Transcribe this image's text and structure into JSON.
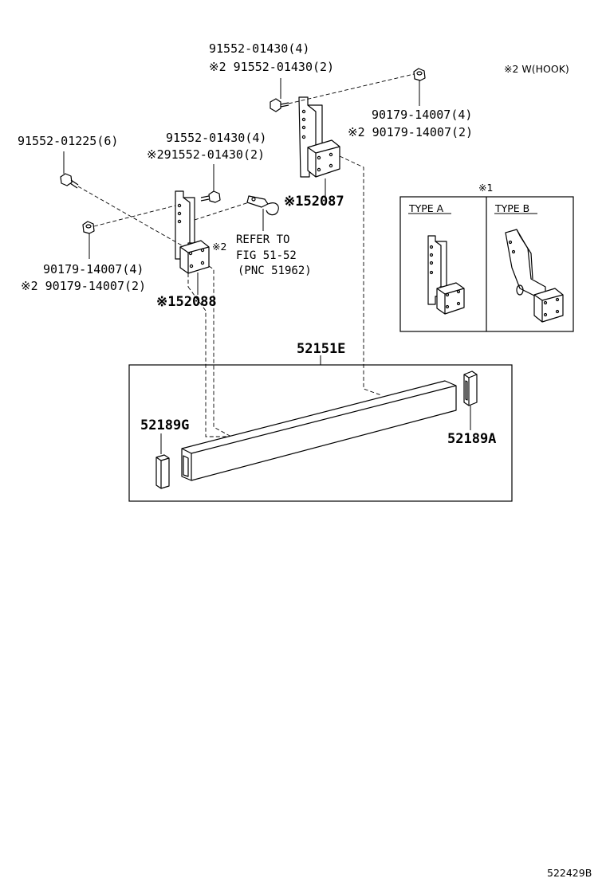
{
  "labels": {
    "bolt_top_1": "91552-01430(4)",
    "bolt_top_2": "※2 91552-01430(2)",
    "hook_note": "※2 W(HOOK)",
    "nut_top_1": "90179-14007(4)",
    "nut_top_2": "※2 90179-14007(2)",
    "bolt_left": "91552-01225(6)",
    "bolt_mid_1": "91552-01430(4)",
    "bolt_mid_2": "※291552-01430(2)",
    "bracket_right": "※152087",
    "refer_prefix": "※2",
    "refer_line1": "REFER TO",
    "refer_line2": "FIG 51-52",
    "refer_line3": "(PNC 51962)",
    "nut_left_1": "90179-14007(4)",
    "nut_left_2": "※2 90179-14007(2)",
    "bracket_left": "※152088",
    "inset_title": "※1",
    "type_a": "TYPE A",
    "type_b": "TYPE B",
    "bumper": "52151E",
    "pad_left": "52189G",
    "pad_right": "52189A",
    "figure_code": "522429B"
  }
}
